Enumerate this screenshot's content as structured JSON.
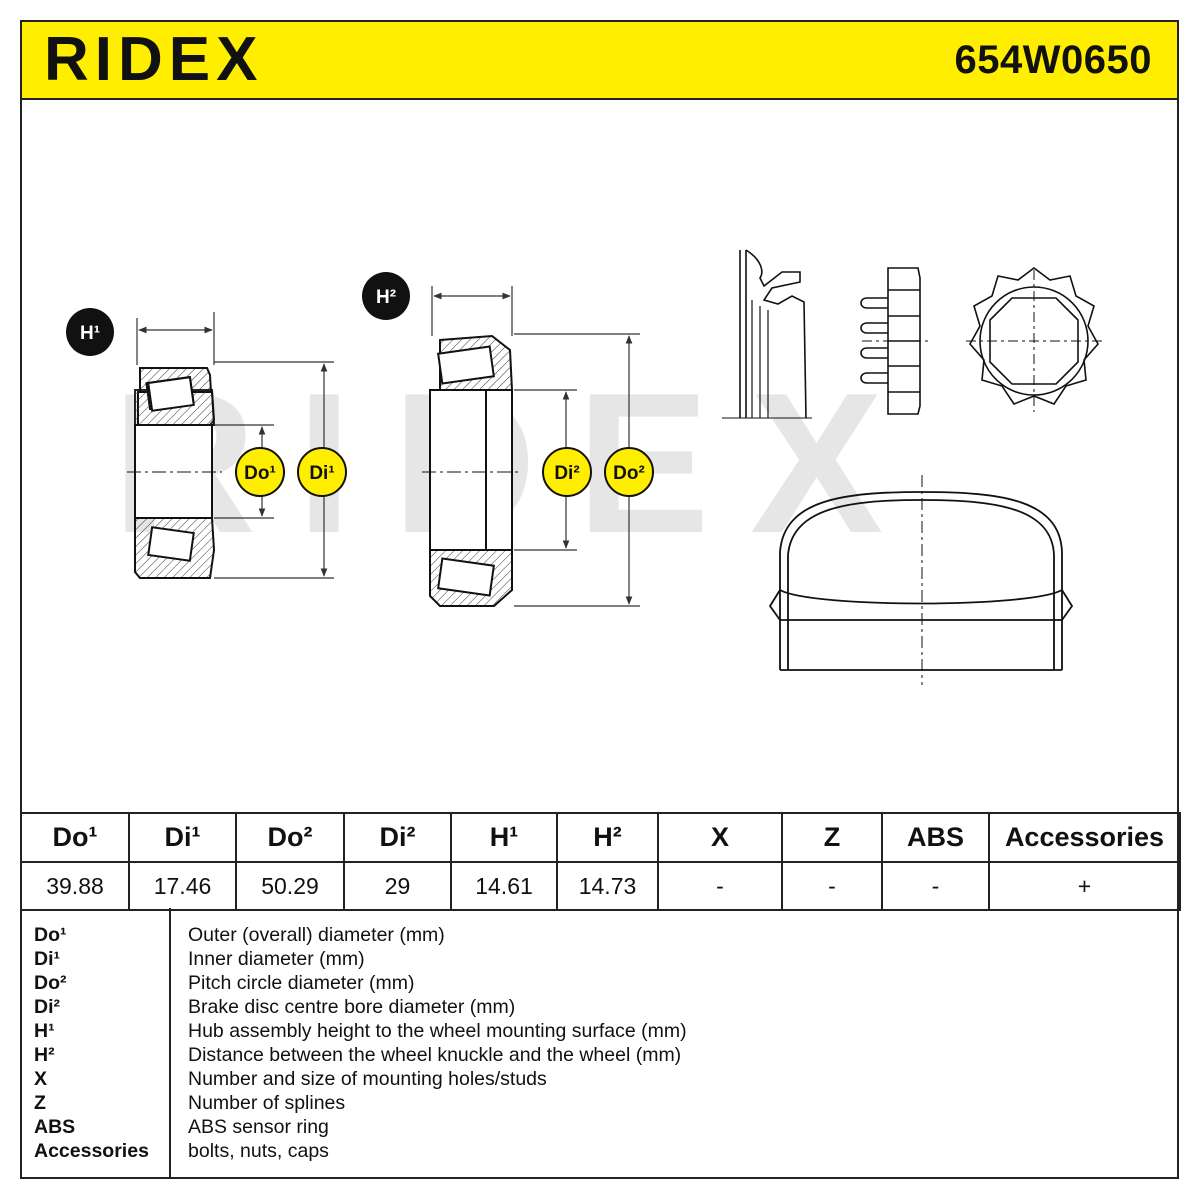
{
  "header": {
    "brand": "RIDEX",
    "part_number": "654W0650",
    "accent_color": "#ffee00"
  },
  "diagram": {
    "watermark": "RIDEX",
    "labels": {
      "h1": "H¹",
      "h2": "H²",
      "do1": "Do¹",
      "di1": "Di¹",
      "di2": "Di²",
      "do2": "Do²"
    }
  },
  "spec_table": {
    "headers": [
      "Do¹",
      "Di¹",
      "Do²",
      "Di²",
      "H¹",
      "H²",
      "X",
      "Z",
      "ABS",
      "Accessories"
    ],
    "values": [
      "39.88",
      "17.46",
      "50.29",
      "29",
      "14.61",
      "14.73",
      "-",
      "-",
      "-",
      "+"
    ]
  },
  "legend": [
    {
      "key": "Do¹",
      "desc": "Outer (overall) diameter (mm)"
    },
    {
      "key": "Di¹",
      "desc": "Inner diameter (mm)"
    },
    {
      "key": "Do²",
      "desc": "Pitch circle diameter (mm)"
    },
    {
      "key": "Di²",
      "desc": "Brake disc centre bore diameter (mm)"
    },
    {
      "key": "H¹",
      "desc": "Hub assembly height to the wheel mounting surface (mm)"
    },
    {
      "key": "H²",
      "desc": "Distance between the wheel knuckle and the wheel (mm)"
    },
    {
      "key": "X",
      "desc": "Number and size of mounting holes/studs"
    },
    {
      "key": "Z",
      "desc": "Number of splines"
    },
    {
      "key": "ABS",
      "desc": "ABS sensor ring"
    },
    {
      "key": "Accessories",
      "desc": "bolts, nuts, caps"
    }
  ]
}
